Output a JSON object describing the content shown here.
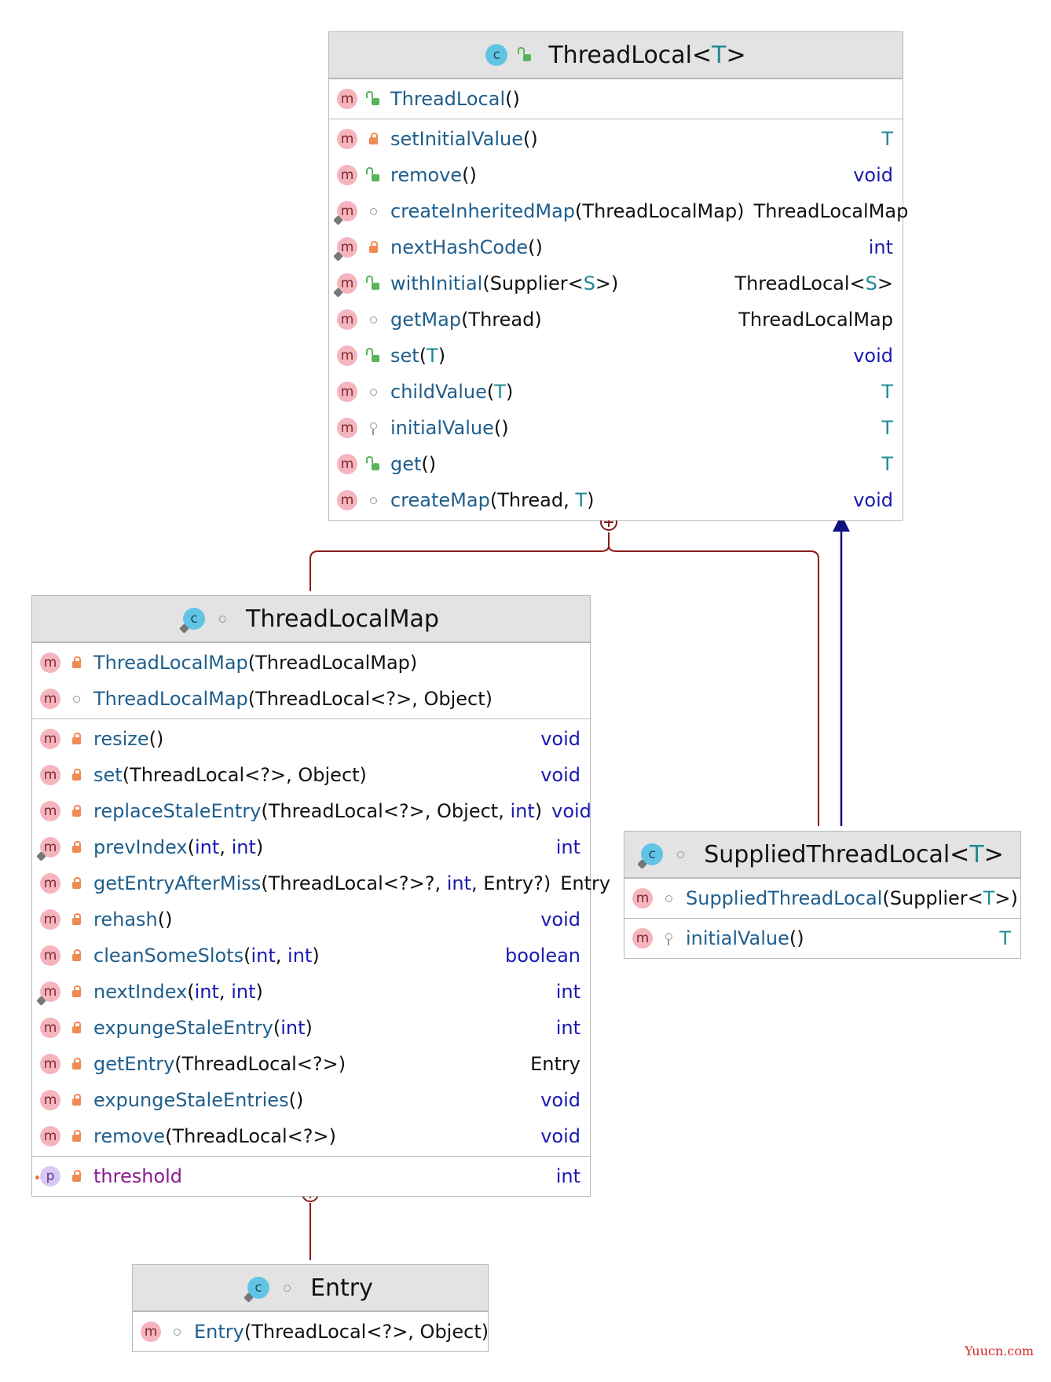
{
  "classes": {
    "threadlocal": {
      "name": "ThreadLocal",
      "type_param": "T",
      "constructors": [
        {
          "name": "ThreadLocal",
          "params": "()"
        }
      ],
      "methods": [
        {
          "name": "setInitialValue",
          "params": "()",
          "ret": "T"
        },
        {
          "name": "remove",
          "params": "()",
          "ret": "void"
        },
        {
          "name": "createInheritedMap",
          "params": "(ThreadLocalMap)",
          "ret": "ThreadLocalMap"
        },
        {
          "name": "nextHashCode",
          "params": "()",
          "ret": "int"
        },
        {
          "name": "withInitial",
          "params_pre": "(Supplier<",
          "params_tp": "S",
          "params_post": ">)",
          "ret_pre": "ThreadLocal<",
          "ret_tp": "S",
          "ret_post": ">"
        },
        {
          "name": "getMap",
          "params": "(Thread)",
          "ret": "ThreadLocalMap"
        },
        {
          "name": "set",
          "params_pre": "(",
          "params_tp": "T",
          "params_post": ")",
          "ret": "void"
        },
        {
          "name": "childValue",
          "params_pre": "(",
          "params_tp": "T",
          "params_post": ")",
          "ret": "T"
        },
        {
          "name": "initialValue",
          "params": "()",
          "ret": "T"
        },
        {
          "name": "get",
          "params": "()",
          "ret": "T"
        },
        {
          "name": "createMap",
          "params_pre": "(Thread, ",
          "params_tp": "T",
          "params_post": ")",
          "ret": "void"
        }
      ]
    },
    "threadlocalmap": {
      "name": "ThreadLocalMap",
      "constructors": [
        {
          "name": "ThreadLocalMap",
          "params": "(ThreadLocalMap)"
        },
        {
          "name": "ThreadLocalMap",
          "params": "(ThreadLocal<?>, Object)"
        }
      ],
      "methods": [
        {
          "name": "resize",
          "params": "()",
          "ret": "void"
        },
        {
          "name": "set",
          "params": "(ThreadLocal<?>, Object)",
          "ret": "void"
        },
        {
          "name": "replaceStaleEntry",
          "params_pre": "(ThreadLocal<?>, Object, ",
          "params_kw": "int",
          "params_post": ")",
          "ret": "void"
        },
        {
          "name": "prevIndex",
          "params_pre": "(",
          "params_kw": "int",
          "params_mid": ", ",
          "params_kw2": "int",
          "params_post": ")",
          "ret": "int"
        },
        {
          "name": "getEntryAfterMiss",
          "params_pre": "(ThreadLocal<?>?, ",
          "params_kw": "int",
          "params_post": ", Entry?)",
          "ret": "Entry"
        },
        {
          "name": "rehash",
          "params": "()",
          "ret": "void"
        },
        {
          "name": "cleanSomeSlots",
          "params_pre": "(",
          "params_kw": "int",
          "params_mid": ", ",
          "params_kw2": "int",
          "params_post": ")",
          "ret": "boolean"
        },
        {
          "name": "nextIndex",
          "params_pre": "(",
          "params_kw": "int",
          "params_mid": ", ",
          "params_kw2": "int",
          "params_post": ")",
          "ret": "int"
        },
        {
          "name": "expungeStaleEntry",
          "params_pre": "(",
          "params_kw": "int",
          "params_post": ")",
          "ret": "int"
        },
        {
          "name": "getEntry",
          "params": "(ThreadLocal<?>)",
          "ret": "Entry"
        },
        {
          "name": "expungeStaleEntries",
          "params": "()",
          "ret": "void"
        },
        {
          "name": "remove",
          "params": "(ThreadLocal<?>)",
          "ret": "void"
        }
      ],
      "fields": [
        {
          "name": "threshold",
          "ret": "int"
        }
      ]
    },
    "suppliedthreadlocal": {
      "name": "SuppliedThreadLocal",
      "type_param": "T",
      "constructors": [
        {
          "name": "SuppliedThreadLocal",
          "params_pre": "(Supplier<",
          "params_tp": "T",
          "params_post": ">)"
        }
      ],
      "methods": [
        {
          "name": "initialValue",
          "params": "()",
          "ret": "T"
        }
      ]
    },
    "entry": {
      "name": "Entry",
      "constructors": [
        {
          "name": "Entry",
          "params": "(ThreadLocal<?>, Object)"
        }
      ]
    }
  },
  "icons": {
    "class_letter": "c",
    "method_letter": "m",
    "property_letter": "p"
  },
  "colors": {
    "header_bg": "#e3e3e3",
    "border": "#b8b8b8",
    "method_name": "#1f5e8c",
    "keyword": "#1a1ab0",
    "type_param": "#1f8a94",
    "field_name": "#8b1a8f",
    "nesting_line": "#8b1a1a",
    "inheritance_line": "#101080"
  },
  "watermark": "Yuucn.com"
}
